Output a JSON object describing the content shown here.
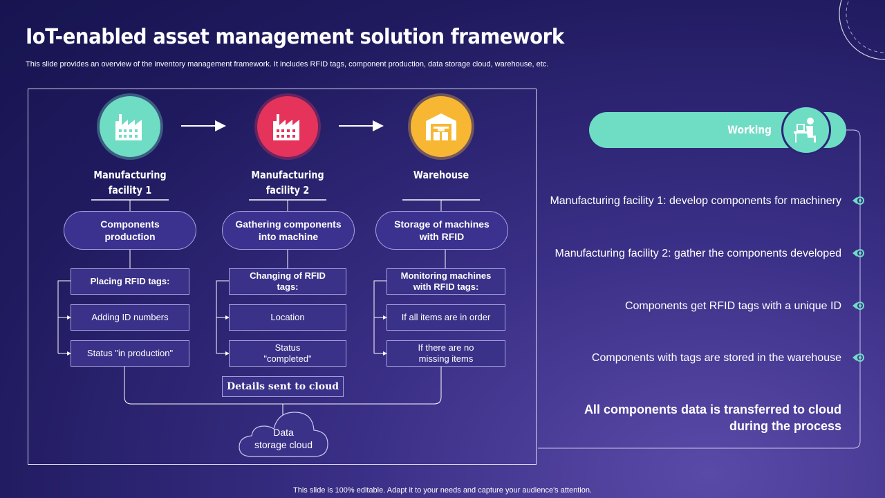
{
  "header": {
    "title": "IoT-enabled asset management solution framework",
    "subtitle": "This slide provides an overview of the inventory management framework. It includes RFID tags, component production, data storage cloud, warehouse, etc."
  },
  "columns": [
    {
      "heading_line1": "Manufacturing",
      "heading_line2": "facility 1",
      "icon": "factory-icon",
      "color": "#6fdcc4",
      "pill_line1": "Components",
      "pill_line2": "production",
      "tag_line1": "Placing RFID tags:",
      "tag_line2": "",
      "item1_line1": "Adding ID numbers",
      "item1_line2": "",
      "item2_line1": "Status \"in production\"",
      "item2_line2": ""
    },
    {
      "heading_line1": "Manufacturing",
      "heading_line2": "facility 2",
      "icon": "factory-icon",
      "color": "#e5335b",
      "pill_line1": "Gathering components",
      "pill_line2": "into machine",
      "tag_line1": "Changing of RFID",
      "tag_line2": "tags:",
      "item1_line1": "Location",
      "item1_line2": "",
      "item2_line1": "Status",
      "item2_line2": "\"completed\""
    },
    {
      "heading_line1": "Warehouse",
      "heading_line2": "",
      "icon": "warehouse-icon",
      "color": "#f7b733",
      "pill_line1": "Storage of machines",
      "pill_line2": "with RFID",
      "tag_line1": "Monitoring machines",
      "tag_line2": "with RFID tags:",
      "item1_line1": "If all items are in order",
      "item1_line2": "",
      "item2_line1": "If there are no",
      "item2_line2": "missing items"
    }
  ],
  "details_label": "Details sent to cloud",
  "cloud": {
    "line1": "Data",
    "line2": "storage cloud"
  },
  "working": {
    "label": "Working",
    "points": [
      "Manufacturing facility 1: develop components for machinery",
      "Manufacturing facility 2: gather the components developed",
      "Components get RFID tags with a unique ID",
      "Components with tags are stored in the warehouse"
    ],
    "conclusion_line1": "All components data is transferred to cloud",
    "conclusion_line2": "during the process"
  },
  "footer": "This slide is 100% editable. Adapt it to your needs and capture your audience's attention.",
  "colors": {
    "teal": "#6fdcc4",
    "red": "#e5335b",
    "yellow": "#f7b733",
    "background": "#1f1a5e"
  }
}
